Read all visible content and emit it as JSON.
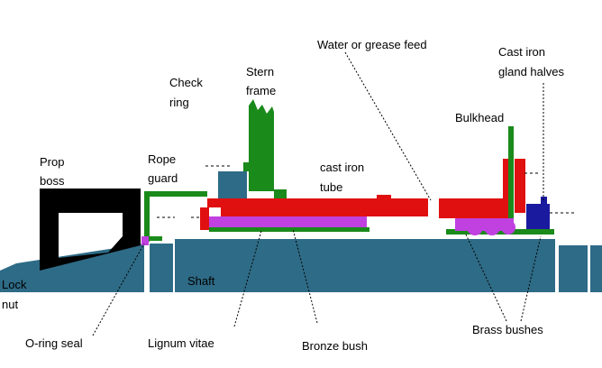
{
  "labels": {
    "prop_boss": [
      "Prop",
      "boss"
    ],
    "lock_nut": [
      "Lock",
      "nut"
    ],
    "o_ring_seal": "O-ring seal",
    "rope_guard": [
      "Rope",
      "guard"
    ],
    "check_ring": [
      "Check",
      "ring"
    ],
    "stern_frame": [
      "Stern",
      "frame"
    ],
    "cast_iron_tube": [
      "cast iron",
      "tube"
    ],
    "water_or_grease_feed": "Water or grease feed",
    "bulkhead": "Bulkhead",
    "cast_iron_gland_halves": [
      "Cast iron",
      "gland halves"
    ],
    "shaft": "Shaft",
    "lignum_vitae": "Lignum vitae",
    "bronze_bush": "Bronze bush",
    "brass_bushes": "Brass bushes"
  },
  "colors": {
    "shaft": "#2e6b86",
    "cast_iron_tube": "#e01010",
    "stern_frame": "#1a8a1a",
    "bronze_bush": "#c040e0",
    "gland": "#1a1a9e",
    "prop_boss": "#000000",
    "leader_line": "#000000"
  }
}
